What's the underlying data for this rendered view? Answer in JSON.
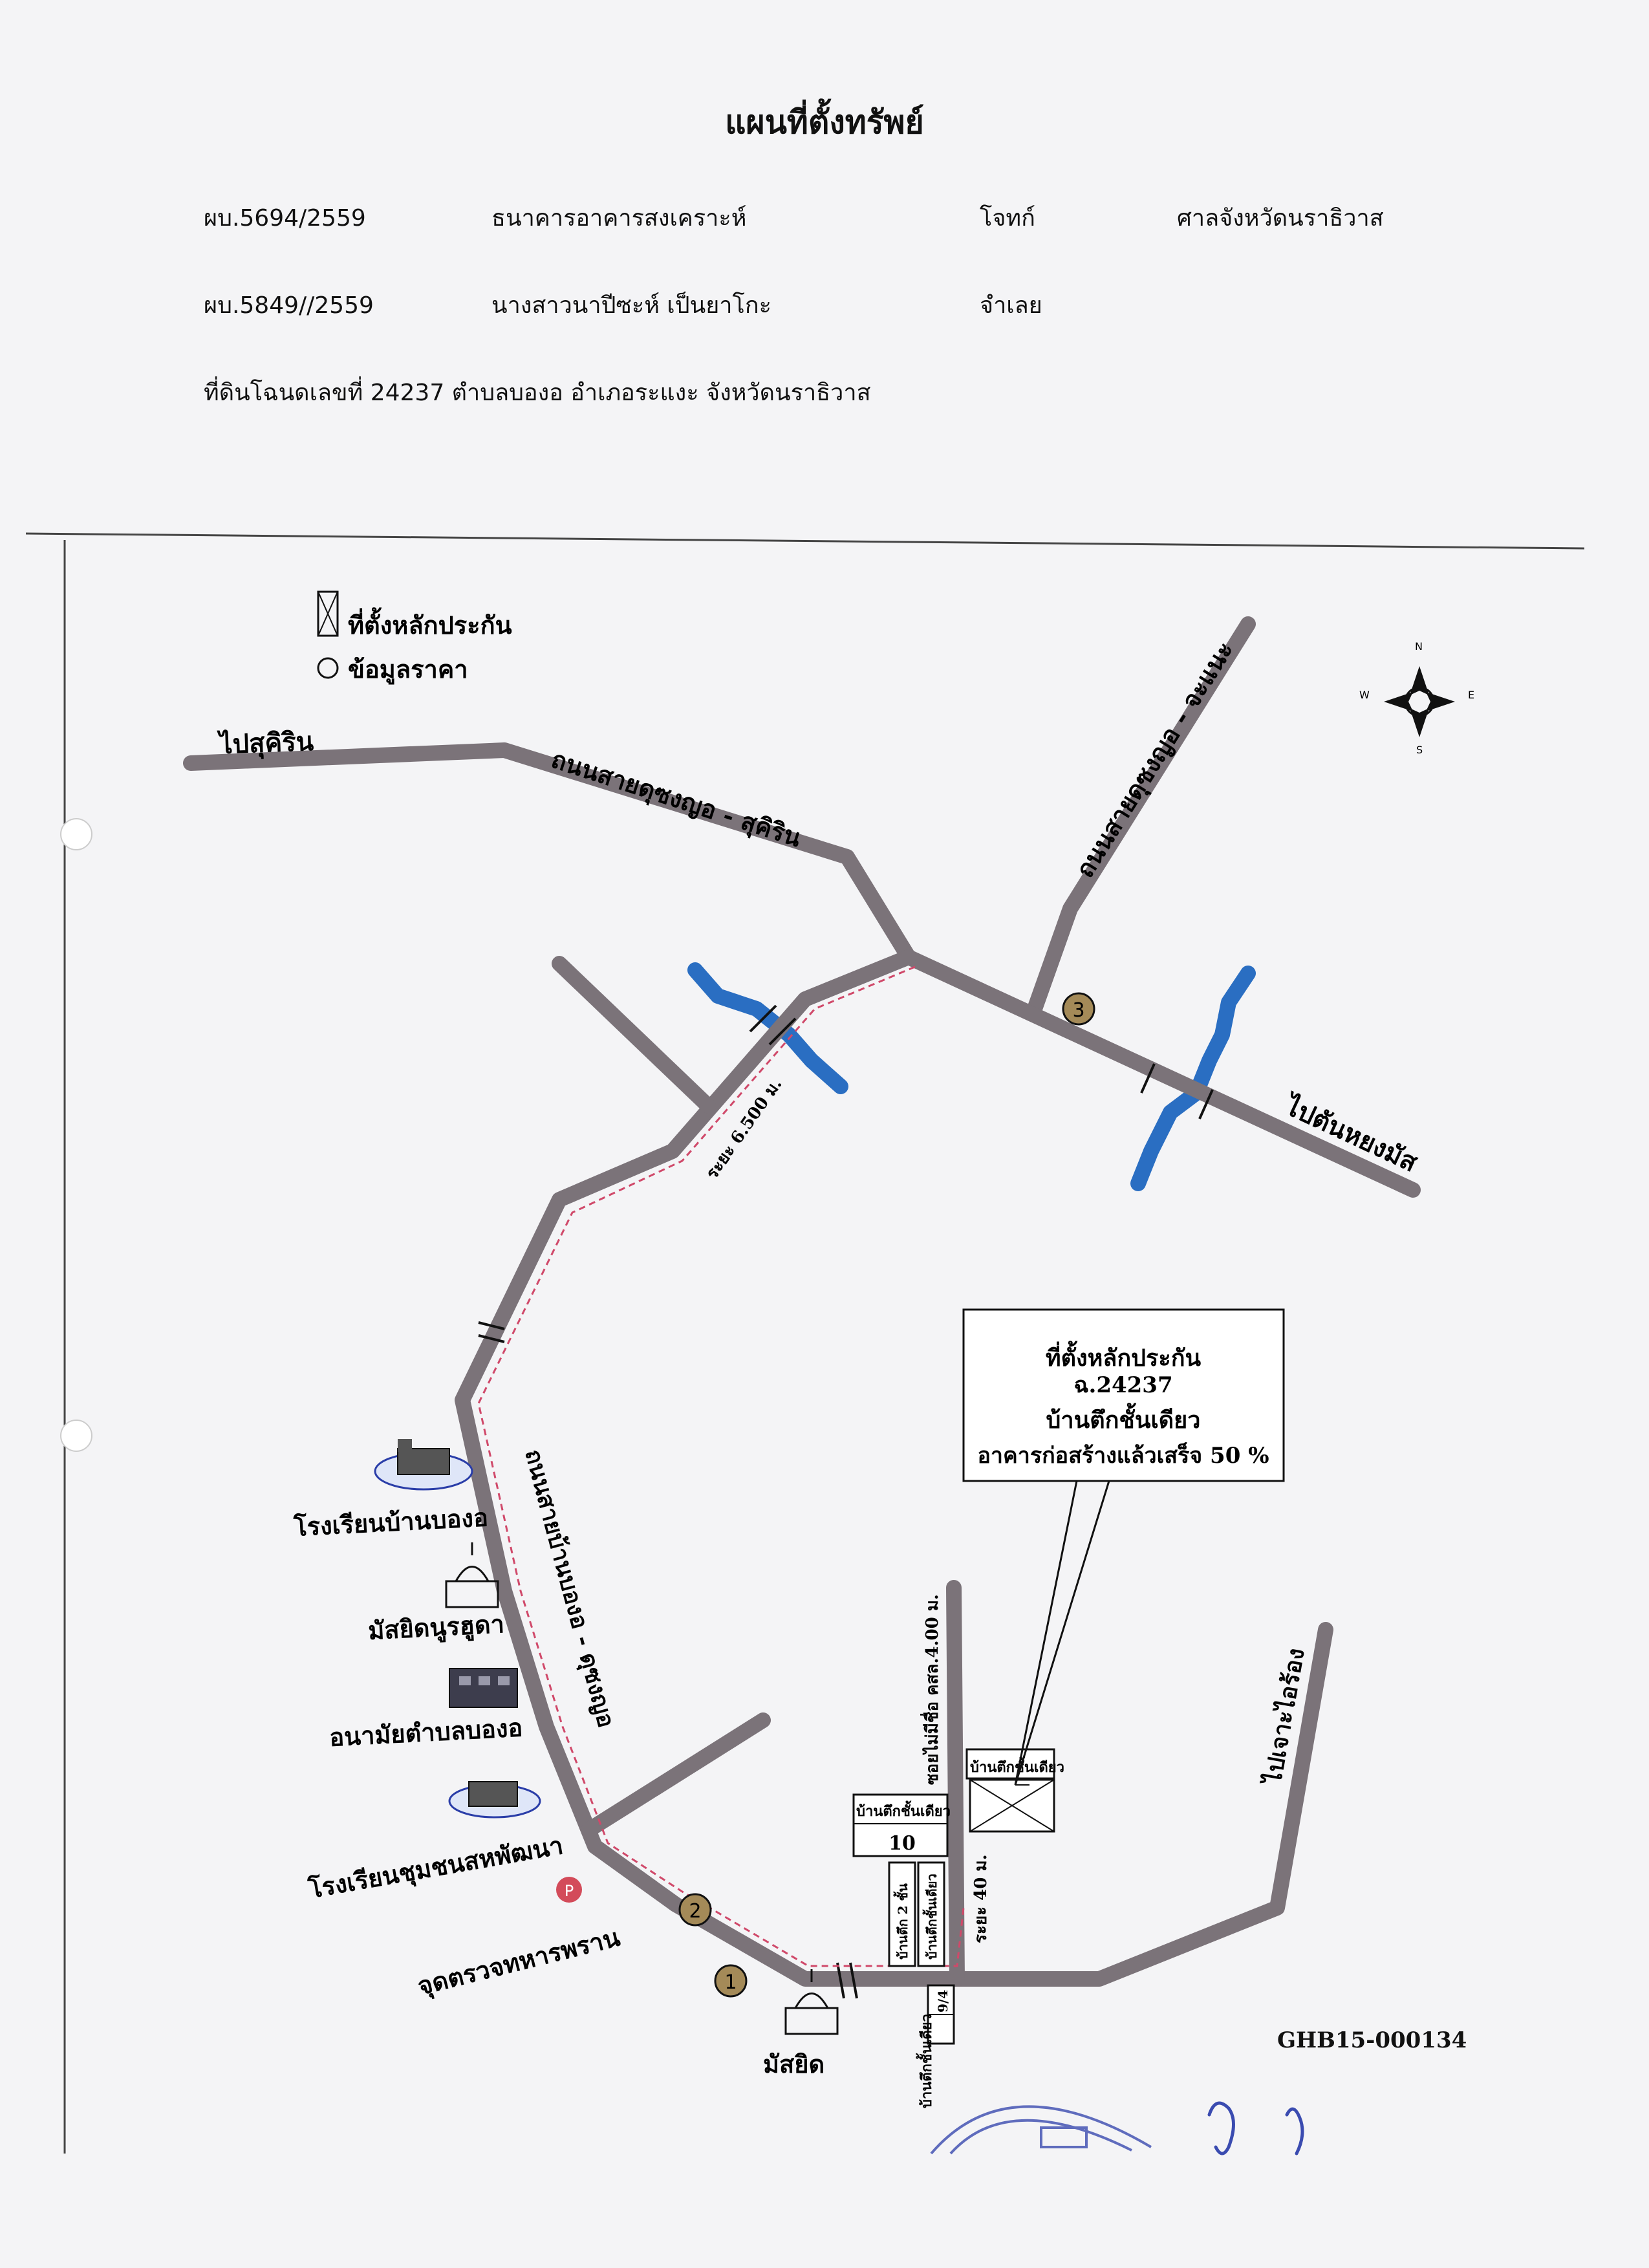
{
  "header": {
    "title": "แผนที่ตั้งทรัพย์",
    "case1": "ผบ.5694/2559",
    "party1": "ธนาคารอาคารสงเคราะห์",
    "role1": "โจทก์",
    "court": "ศาลจังหวัดนราธิวาส",
    "case2": "ผบ.5849//2559",
    "party2": "นางสาวนาปีซะห์ เป็นยาโกะ",
    "role2": "จำเลย",
    "land": "ที่ดินโฉนดเลขที่ 24237 ตำบลบองอ อำเภอระแงะ จังหวัดนราธิวาส"
  },
  "legend": {
    "collateral": "ที่ตั้งหลักประกัน",
    "price_data": "ข้อมูลราคา"
  },
  "compass": {
    "n": "N",
    "s": "S",
    "e": "E",
    "w": "W"
  },
  "roads": {
    "to_sukhirin": "ไปสุคิริน",
    "sukhirin_road": "ถนนสายดุซงญอ - สุคิริน",
    "cha_nae_road": "ถนนสายดุซงญอ - จะแนะ",
    "to_tanyong_mat": "ไปตันหยงมัส",
    "distance_6500": "ระยะ 6.500 ม.",
    "bongo_road": "ถนนสายบ้านบองอ - ดุซงญอ",
    "to_ko_ro": "ไปเจาะไอร้อง",
    "soi": "ซอยไม่มีชื่อ คสล.4.00 ม.",
    "distance_40": "ระยะ 40 ม."
  },
  "landmarks": {
    "school_bongo": "โรงเรียนบ้านบองอ",
    "mosque_nurulhuda": "มัสยิดนูรฮูดา",
    "health_center": "อนามัยตำบลบองอ",
    "community_school": "โรงเรียนชุมชนสหพัฒนา",
    "checkpoint": "จุดตรวจทหารพราน",
    "mosque": "มัสยิด"
  },
  "houses": {
    "house_a": "บ้านตึกชั้นเดียว",
    "house_b": "บ้านตึกชั้นเดียว",
    "house_b_no": "10",
    "house_c": "บ้านตึก 2 ชั้น",
    "house_d": "บ้านตึกชั้นเดียว",
    "house_e": "บ้านตึกชั้นเดียว",
    "house_e_no": "9/4"
  },
  "callout": {
    "line1": "ที่ตั้งหลักประกัน",
    "line2": "ฉ.24237",
    "line3": "บ้านตึกชั้นเดียว",
    "line4": "อาคารก่อสร้างแล้วเสร็จ 50 %"
  },
  "price_points": [
    "1",
    "2",
    "3"
  ],
  "parking": "P",
  "ref_code": "GHB15-000134",
  "colors": {
    "road": "#7b7379",
    "river": "#2a6ec2",
    "route": "#d0496a",
    "marker": "#a48a58"
  }
}
